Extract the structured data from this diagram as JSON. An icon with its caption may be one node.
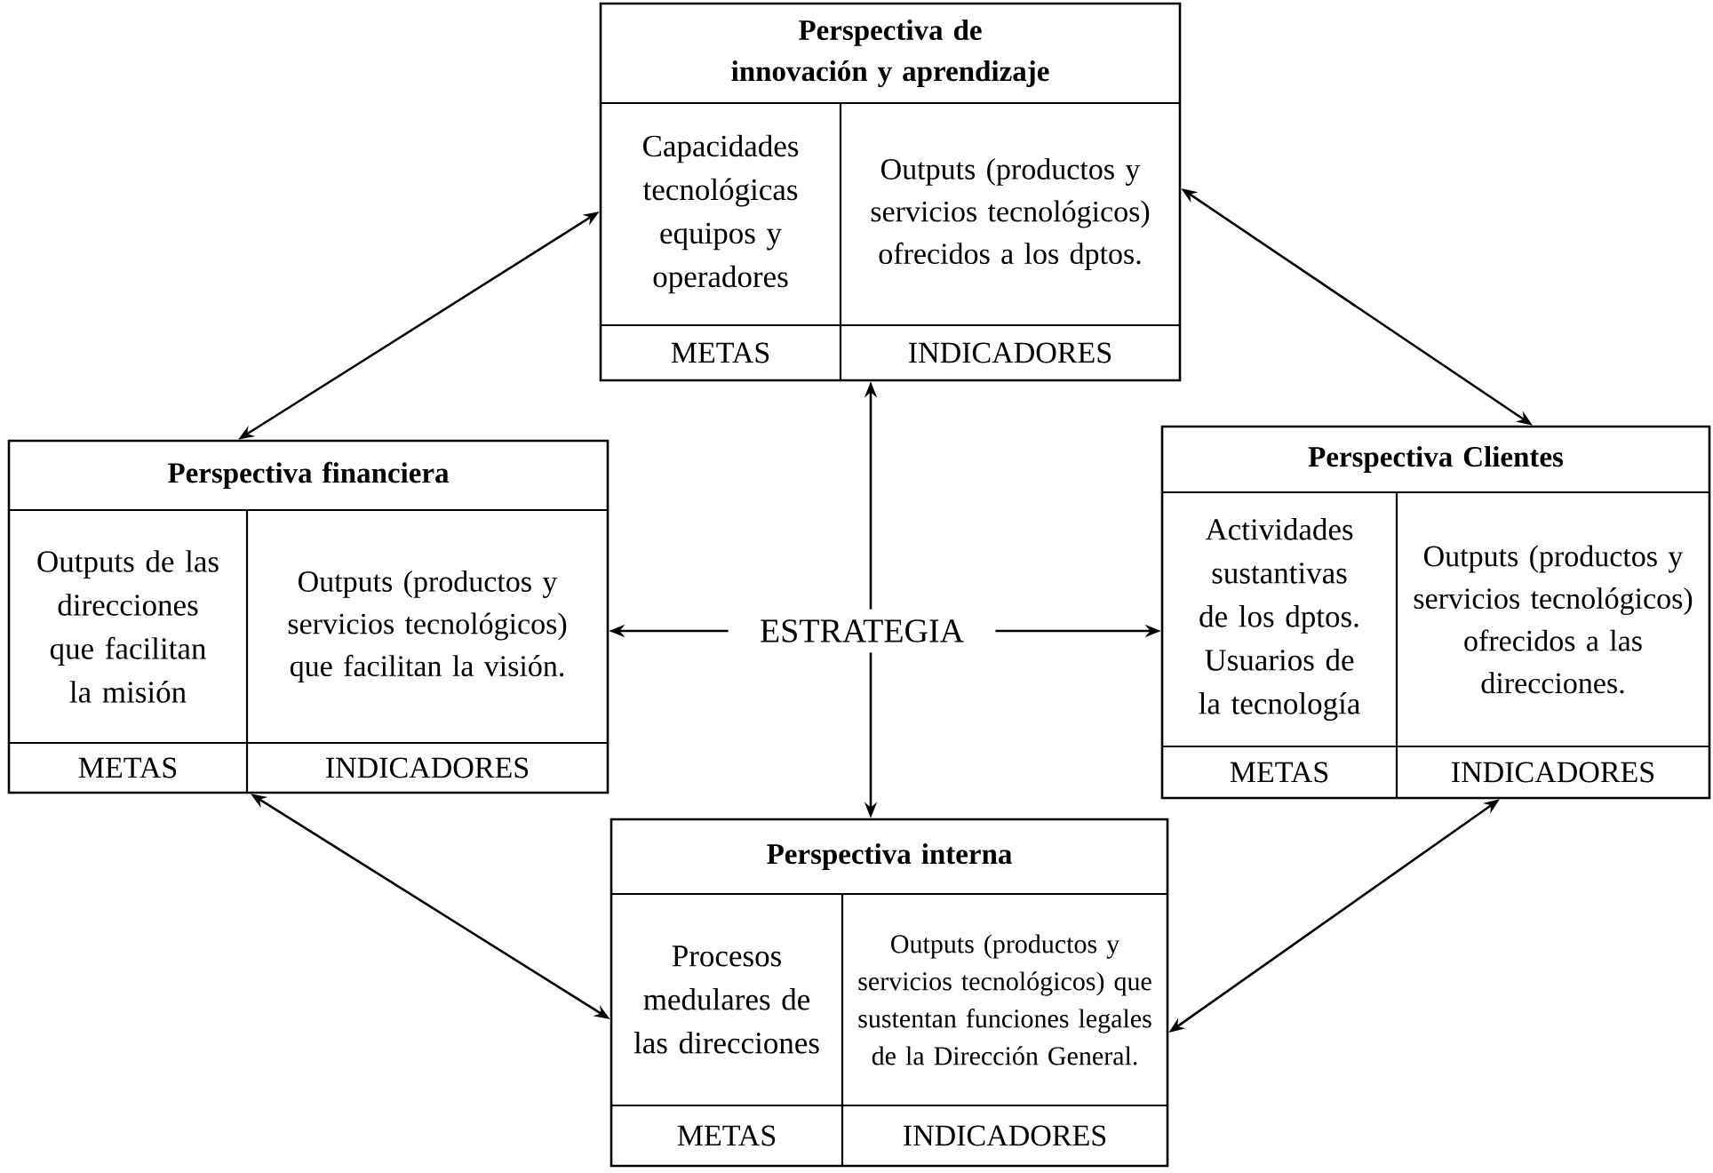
{
  "diagram": {
    "nodes": [
      {
        "text": [
          "Perspectiva de innovación y aprendizaje",
          "Capacidades tecnológicas equipos y operadores",
          "Outputs (productos y servicios tecnológicos) ofrecidos a los dptos.",
          "METAS",
          "INDICADORES"
        ]
      },
      {
        "text": [
          "Perspectiva financiera",
          "Outputs de las direcciones que facilitan la misión",
          "Outputs (productos y servicios tecnológicos) que facilitan la visión.",
          "METAS",
          "INDICADORES"
        ]
      },
      {
        "text": [
          "Perspectiva Clientes",
          "Actividades sustantivas de los dptos. Usuarios de la tecnología",
          "Outputs (productos y servicios tecnológicos) ofrecidos a las direcciones.",
          "METAS",
          "INDICADORES"
        ]
      },
      {
        "text": [
          "ESTRATEGIA"
        ]
      },
      {
        "text": [
          "Perspectiva interna",
          "Procesos medulares de las direcciones",
          "Outputs (productos y servicios tecnológicos) que sustentan funciones legales de la Dirección General.",
          "METAS",
          "INDICADORES"
        ]
      }
    ],
    "edges": [
      {
        "from": 3,
        "to": 0,
        "arrow": "to"
      },
      {
        "from": 3,
        "to": 1,
        "arrow": "to"
      },
      {
        "from": 3,
        "to": 2,
        "arrow": "to"
      },
      {
        "from": 3,
        "to": 4,
        "arrow": "to"
      },
      {
        "from": 1,
        "to": 0,
        "arrow": "both"
      },
      {
        "from": 0,
        "to": 2,
        "arrow": "both"
      },
      {
        "from": 1,
        "to": 4,
        "arrow": "both"
      },
      {
        "from": 4,
        "to": 2,
        "arrow": "both"
      }
    ]
  }
}
